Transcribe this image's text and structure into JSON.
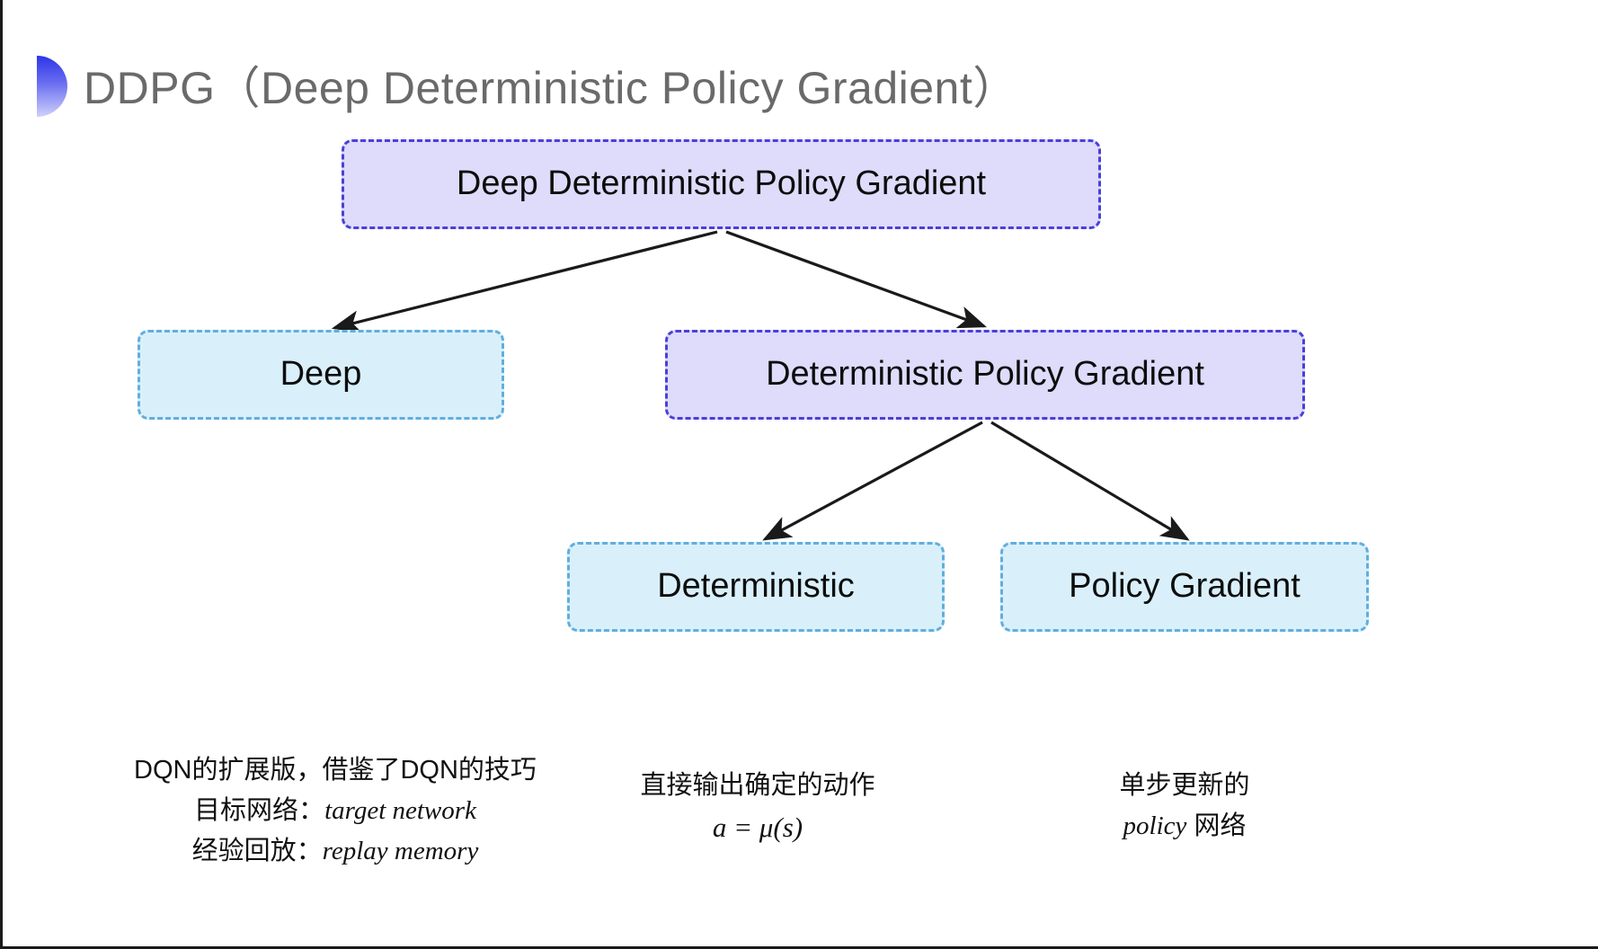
{
  "slide": {
    "title": "DDPG（Deep Deterministic Policy Gradient）",
    "bullet_icon": "half-circle-bullet-icon",
    "background": "#ffffff"
  },
  "colors": {
    "purple_fill": "#dedbfb",
    "purple_border": "#4a40d8",
    "cyan_fill": "#d9f0fb",
    "cyan_border": "#62aedd",
    "title_text": "#6a6a6a",
    "body_text": "#111111",
    "arrow": "#1a1a1a"
  },
  "diagram": {
    "type": "tree",
    "nodes": [
      {
        "id": "root",
        "label": "Deep Deterministic Policy Gradient",
        "style": "purple",
        "level": 0
      },
      {
        "id": "deep",
        "label": "Deep",
        "style": "cyan",
        "level": 1
      },
      {
        "id": "dpg",
        "label": "Deterministic Policy Gradient",
        "style": "purple",
        "level": 1
      },
      {
        "id": "deterministic",
        "label": "Deterministic",
        "style": "cyan",
        "level": 2
      },
      {
        "id": "policy_gradient",
        "label": "Policy Gradient",
        "style": "cyan",
        "level": 2
      }
    ],
    "edges": [
      {
        "from": "root",
        "to": "deep"
      },
      {
        "from": "root",
        "to": "dpg"
      },
      {
        "from": "dpg",
        "to": "deterministic"
      },
      {
        "from": "dpg",
        "to": "policy_gradient"
      }
    ]
  },
  "captions": {
    "deep": {
      "line1": "DQN的扩展版，借鉴了DQN的技巧",
      "line2_label": "目标网络：",
      "line2_term": "target network",
      "line3_label": "经验回放：",
      "line3_term": "replay memory"
    },
    "deterministic": {
      "line1": "直接输出确定的动作",
      "formula": "a = μ(s)"
    },
    "policy_gradient": {
      "line1": "单步更新的",
      "line2_term": "policy",
      "line2_suffix": " 网络"
    }
  }
}
